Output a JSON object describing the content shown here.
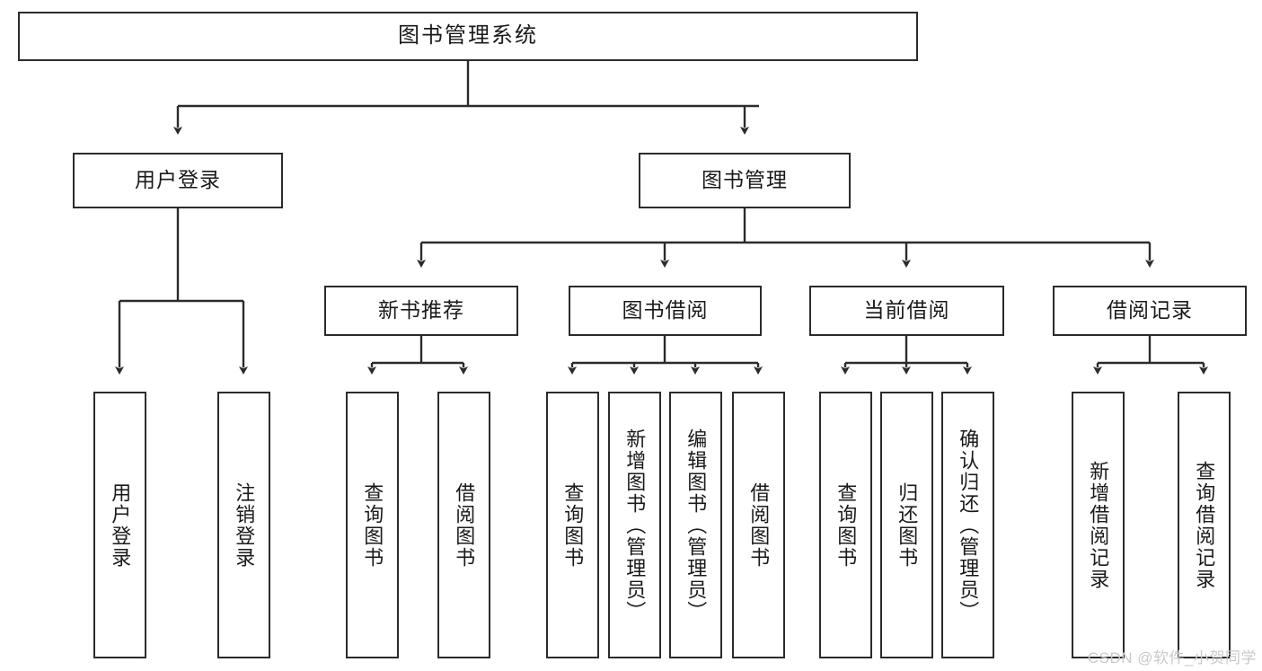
{
  "diagram": {
    "type": "tree-hierarchy-chart",
    "title": "图书管理系统",
    "stroke_color": "#2b2b2b",
    "fill_color": "#ffffff",
    "text_color": "#1a1a1a",
    "root": {
      "id": "root",
      "label": "图书管理系统"
    },
    "level2": [
      {
        "id": "user-login",
        "label": "用户登录"
      },
      {
        "id": "book-manage",
        "label": "图书管理"
      }
    ],
    "level3": [
      {
        "id": "new-book-recommend",
        "label": "新书推荐"
      },
      {
        "id": "book-borrow",
        "label": "图书借阅"
      },
      {
        "id": "current-borrow",
        "label": "当前借阅"
      },
      {
        "id": "borrow-record",
        "label": "借阅记录"
      }
    ],
    "leaves": {
      "user_login": [
        {
          "id": "leaf-user-login",
          "label": "用户登录"
        },
        {
          "id": "leaf-logout-login",
          "label": "注销登录"
        }
      ],
      "new_book_recommend": [
        {
          "id": "leaf-query-book-1",
          "label": "查询图书"
        },
        {
          "id": "leaf-borrow-book-1",
          "label": "借阅图书"
        }
      ],
      "book_borrow": [
        {
          "id": "leaf-query-book-2",
          "label": "查询图书"
        },
        {
          "id": "leaf-add-book",
          "label": "新增图书（管理员）"
        },
        {
          "id": "leaf-edit-book",
          "label": "编辑图书（管理员）"
        },
        {
          "id": "leaf-borrow-book-2",
          "label": "借阅图书"
        }
      ],
      "current_borrow": [
        {
          "id": "leaf-query-book-3",
          "label": "查询图书"
        },
        {
          "id": "leaf-return-book",
          "label": "归还图书"
        },
        {
          "id": "leaf-confirm-return",
          "label": "确认归还（管理员）"
        }
      ],
      "borrow_record": [
        {
          "id": "leaf-add-record",
          "label": "新增借阅记录"
        },
        {
          "id": "leaf-query-record",
          "label": "查询借阅记录"
        }
      ]
    }
  },
  "watermark": {
    "text": "CSDN @软件_小贺同学"
  }
}
